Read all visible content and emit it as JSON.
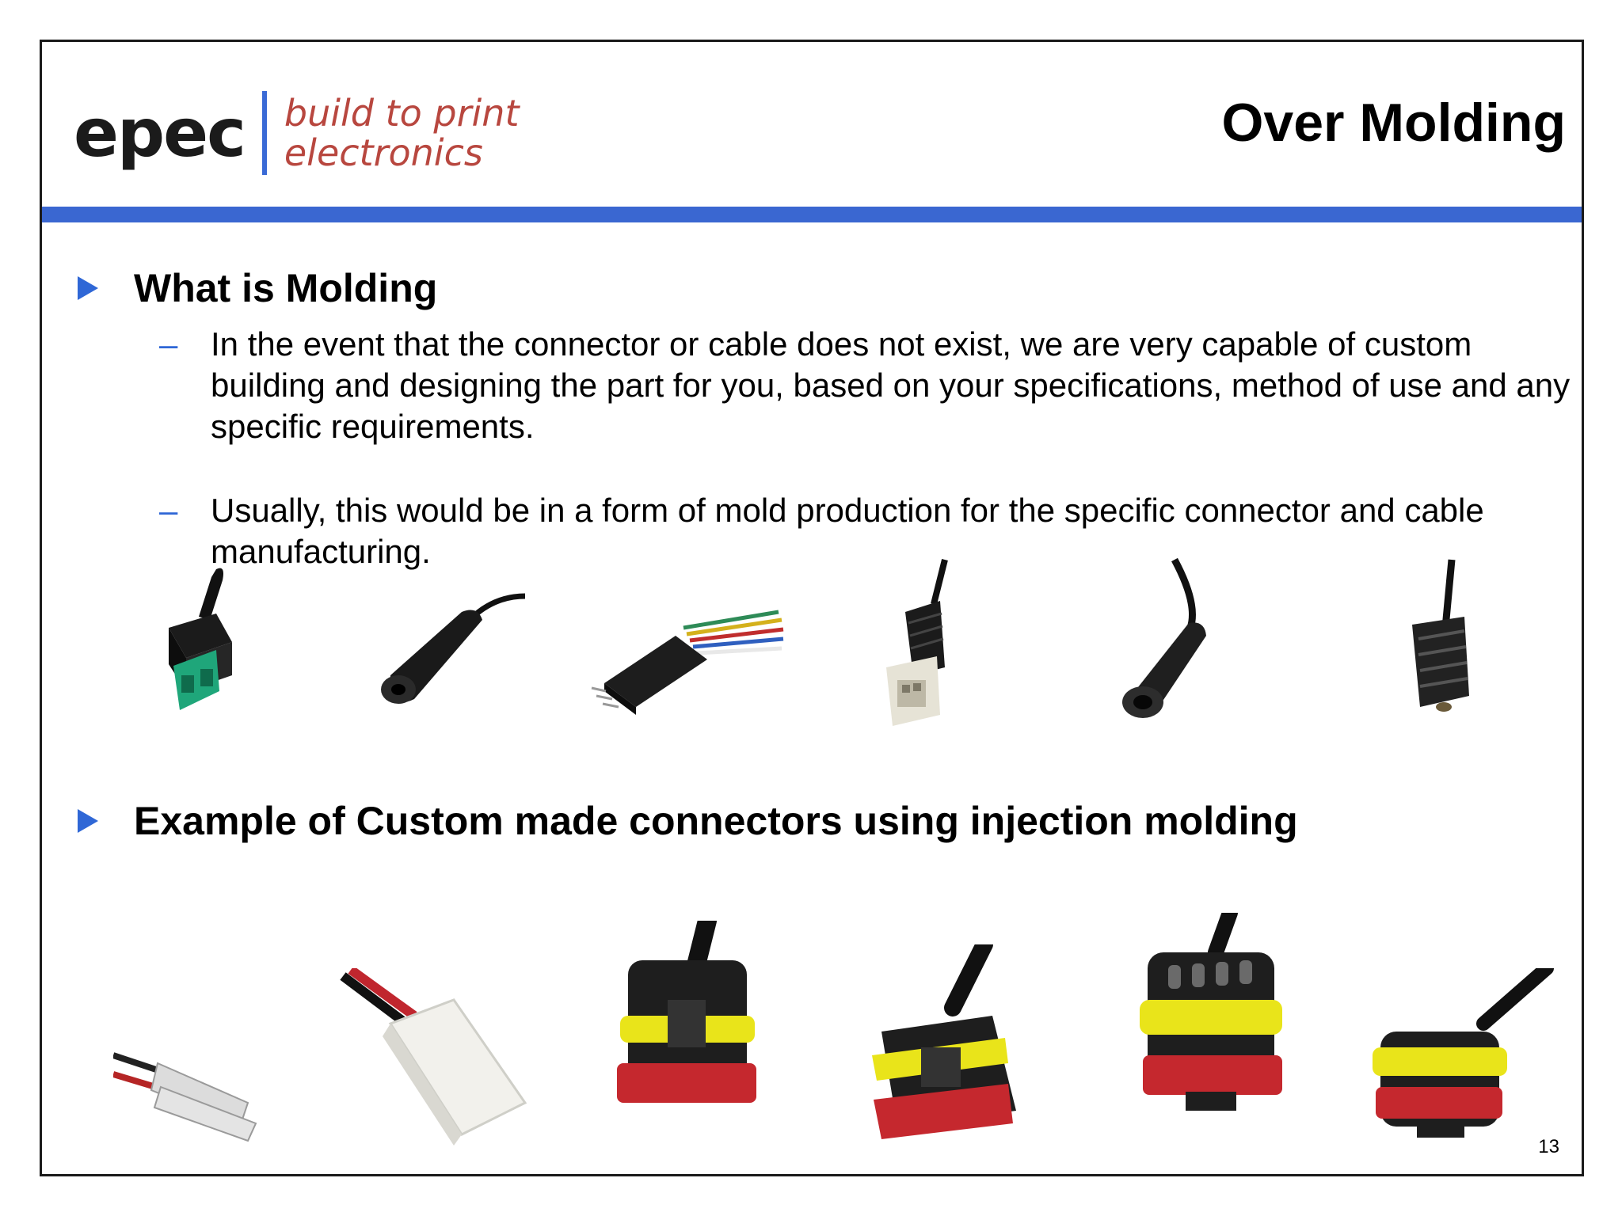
{
  "logo": {
    "brand": "epec",
    "tagline_line1": "build to print",
    "tagline_line2": "electronics"
  },
  "title": "Over Molding",
  "sections": [
    {
      "heading": "What is Molding"
    },
    {
      "heading": "Example of Custom made connectors using injection molding"
    }
  ],
  "subitems": [
    "In the event that the connector or cable does not exist, we are very capable of custom building and designing the part for   you, based on your specifications, method of use and any specific requirements.",
    "Usually, this would be in a form of mold production for the specific connector and cable manufacturing."
  ],
  "colors": {
    "accent_blue": "#3a67d1",
    "logo_red": "#b8473f"
  },
  "page_number": "13"
}
